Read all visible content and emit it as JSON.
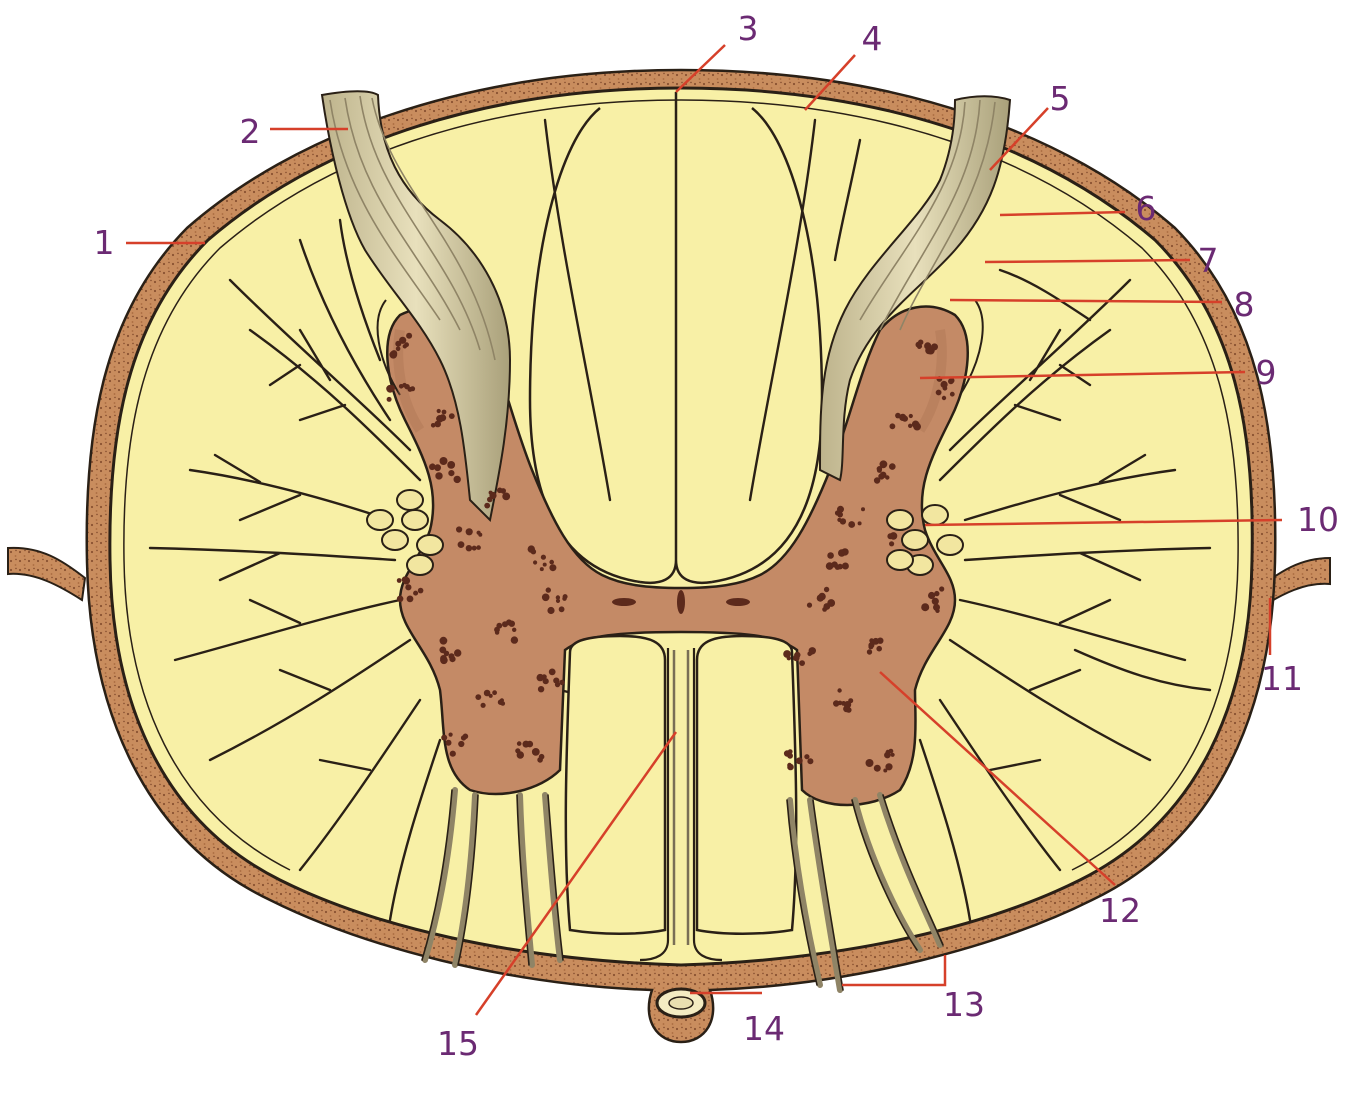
{
  "colors": {
    "white_matter": "#f8f0a6",
    "pia_membrane": "#c98d5e",
    "pia_speckle": "#8a5232",
    "gray_matter": "#c48a66",
    "gray_matter_light": "#d29773",
    "neuron_dots": "#5c2a1c",
    "outline": "#2a2016",
    "root_fibers": "#d9cfa6",
    "root_fiber_lines": "#8f8466",
    "pointer_lines": "#d6402a",
    "label_text": "#6b2a73"
  },
  "labels": [
    "1",
    "2",
    "3",
    "4",
    "5",
    "6",
    "7",
    "8",
    "9",
    "10",
    "11",
    "12",
    "13",
    "14",
    "15"
  ]
}
